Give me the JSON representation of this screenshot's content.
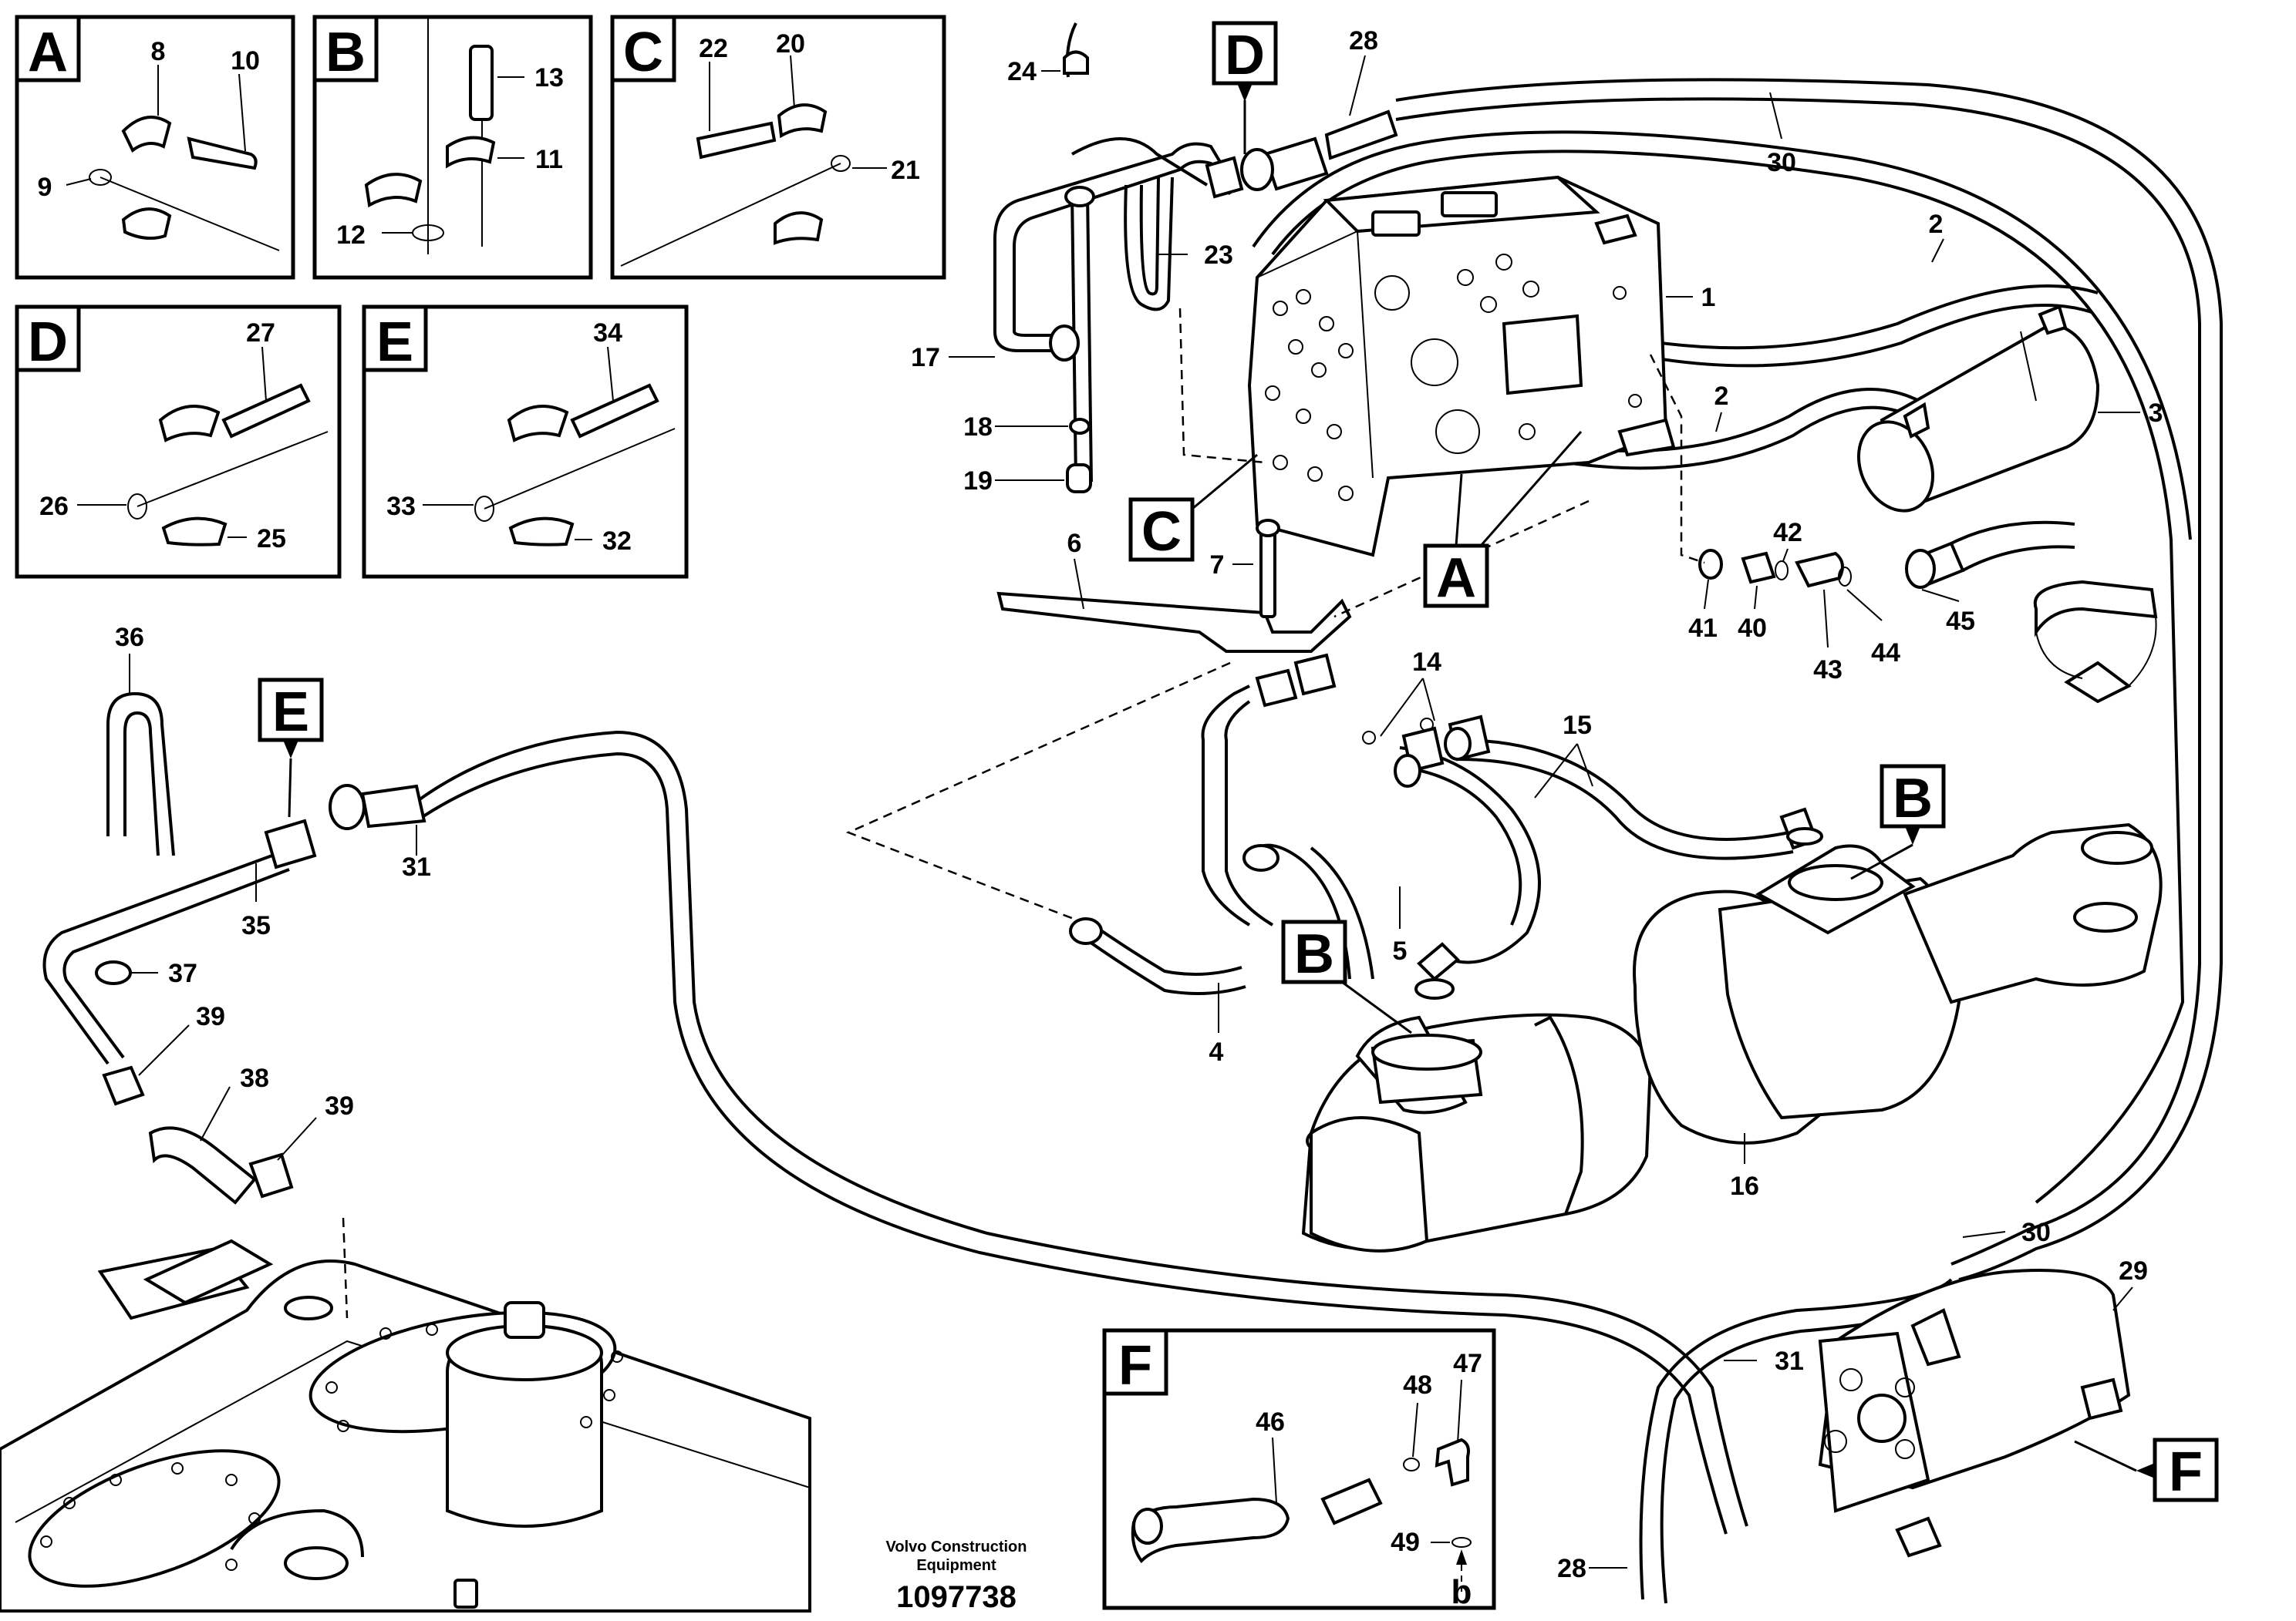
{
  "diagram": {
    "brand_line1": "Volvo Construction",
    "brand_line2": "Equipment",
    "drawing_number": "1097738"
  },
  "detail_boxes": [
    {
      "letter": "A",
      "numbers": [
        "8",
        "10",
        "9"
      ]
    },
    {
      "letter": "B",
      "numbers": [
        "13",
        "11",
        "12"
      ]
    },
    {
      "letter": "C",
      "numbers": [
        "22",
        "20",
        "21"
      ]
    },
    {
      "letter": "D",
      "numbers": [
        "27",
        "26",
        "25"
      ]
    },
    {
      "letter": "E",
      "numbers": [
        "34",
        "33",
        "32"
      ]
    },
    {
      "letter": "F",
      "numbers": [
        "46",
        "48",
        "47",
        "49",
        "b"
      ]
    }
  ],
  "callouts": [
    {
      "letter": "D"
    },
    {
      "letter": "C"
    },
    {
      "letter": "A"
    },
    {
      "letter": "E"
    },
    {
      "letter": "B"
    },
    {
      "letter": "B"
    },
    {
      "letter": "F"
    }
  ],
  "part_labels": [
    "1",
    "2",
    "2",
    "3",
    "4",
    "5",
    "6",
    "7",
    "14",
    "15",
    "16",
    "17",
    "18",
    "19",
    "23",
    "24",
    "28",
    "28",
    "29",
    "30",
    "30",
    "31",
    "31",
    "35",
    "36",
    "37",
    "38",
    "39",
    "39",
    "40",
    "41",
    "42",
    "43",
    "44",
    "45"
  ]
}
